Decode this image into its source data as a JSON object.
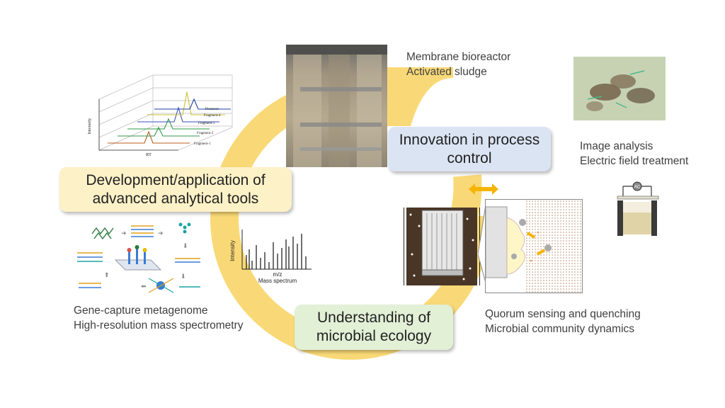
{
  "cycle_boxes": {
    "process": "Innovation in process\ncontrol",
    "analytical": "Development/application of\nadvanced analytical tools",
    "ecology": "Understanding of\nmicrobial ecology"
  },
  "captions": {
    "mbr": "Membrane bioreactor\nActivated sludge",
    "image": "Image analysis\nElectric field treatment",
    "quorum": "Quorum sensing and quenching\nMicrobial community dynamics",
    "gene": "Gene-capture metagenome\nHigh-resolution mass spectrometry"
  },
  "chromatogram": {
    "ylabel": "Intensity",
    "xlabel": "RT",
    "traces": [
      "Precursor",
      "Fragment-4",
      "Fragment-3",
      "Fragment-2",
      "Fragment-1"
    ]
  },
  "mass_spectrum": {
    "ylabel": "Intensity",
    "xlabel": "m/z",
    "title": "Mass spectrum"
  },
  "electric_cell": {
    "label": "AC"
  },
  "colors": {
    "cycle": "#f9d977",
    "process_box": "#dbe4f3",
    "analytical_box": "#fdf1c7",
    "ecology_box": "#e2f0d6",
    "link_arrow": "#f6b400"
  }
}
